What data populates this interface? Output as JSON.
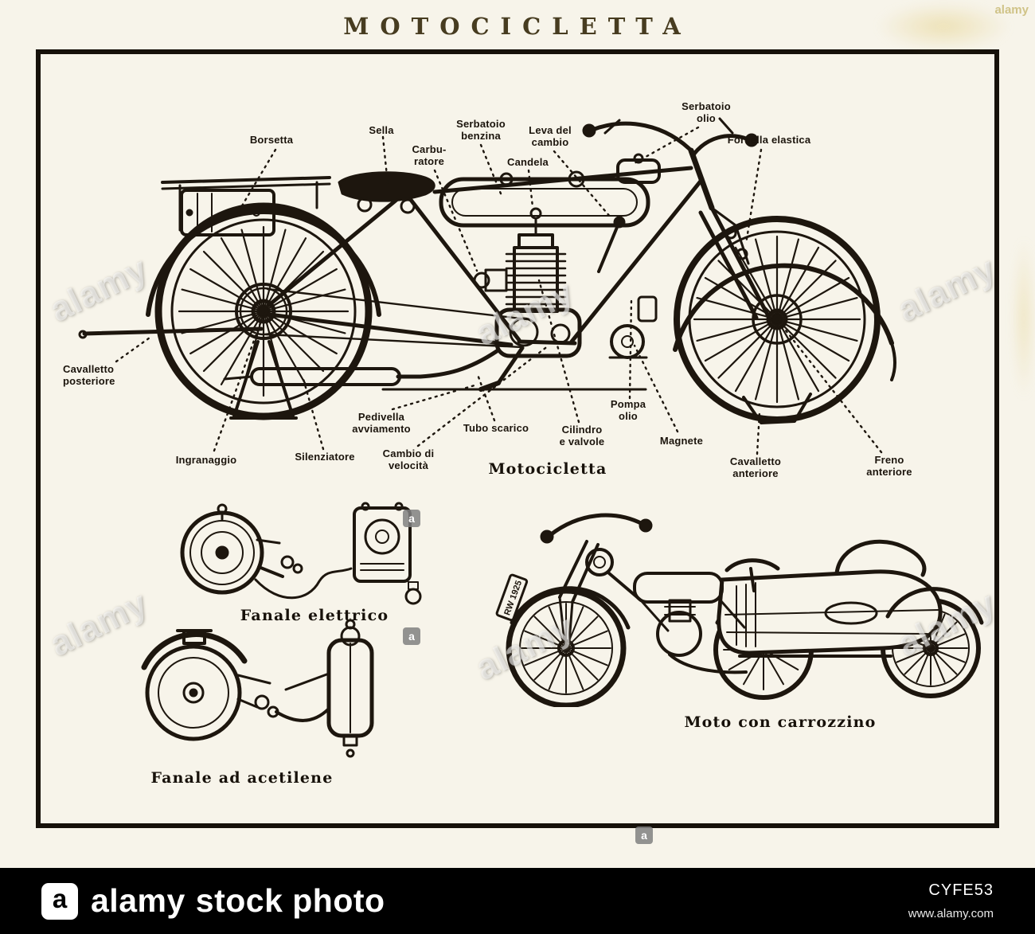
{
  "page": {
    "title": "MOTOCICLETTA"
  },
  "colors": {
    "paper": "#f7f4ea",
    "ink": "#1d160e",
    "footer_bg": "#000000"
  },
  "main_figure": {
    "caption": "Motocicletta",
    "labels": [
      {
        "id": "borsetta",
        "text": "Borsetta"
      },
      {
        "id": "sella",
        "text": "Sella"
      },
      {
        "id": "carburatore",
        "text": "Carbu-\nratore"
      },
      {
        "id": "serbatoio-benzina",
        "text": "Serbatoio\nbenzina"
      },
      {
        "id": "leva-del-cambio",
        "text": "Leva del\ncambio"
      },
      {
        "id": "candela",
        "text": "Candela"
      },
      {
        "id": "serbatoio-olio",
        "text": "Serbatoio\nolio"
      },
      {
        "id": "forcella-elastica",
        "text": "Forcella elastica"
      },
      {
        "id": "cavalletto-posteriore",
        "text": "Cavalletto\nposteriore"
      },
      {
        "id": "ingranaggio",
        "text": "Ingranaggio"
      },
      {
        "id": "silenziatore",
        "text": "Silenziatore"
      },
      {
        "id": "pedivella-avviamento",
        "text": "Pedivella\navviamento"
      },
      {
        "id": "cambio-di-velocita",
        "text": "Cambio di\nvelocità"
      },
      {
        "id": "tubo-scarico",
        "text": "Tubo scarico"
      },
      {
        "id": "cilindro-e-valvole",
        "text": "Cilindro\ne valvole"
      },
      {
        "id": "pompa-olio",
        "text": "Pompa\nolio"
      },
      {
        "id": "magnete",
        "text": "Magnete"
      },
      {
        "id": "cavalletto-anteriore",
        "text": "Cavalletto\nanteriore"
      },
      {
        "id": "freno-anteriore",
        "text": "Freno\nanteriore"
      }
    ]
  },
  "sub_figures": {
    "electric_lamp_caption": "Fanale elettrico",
    "acetylene_lamp_caption": "Fanale ad acetilene",
    "sidecar_caption": "Moto con carrozzino",
    "sidecar_plate": "RW 1925"
  },
  "watermark": {
    "diagonal_text": "alamy",
    "badge_letter": "a",
    "corner_text": "alamy"
  },
  "footer": {
    "logo_letter": "a",
    "brand": "alamy",
    "tagline": "stock photo",
    "image_id": "CYFE53",
    "url": "www.alamy.com"
  }
}
